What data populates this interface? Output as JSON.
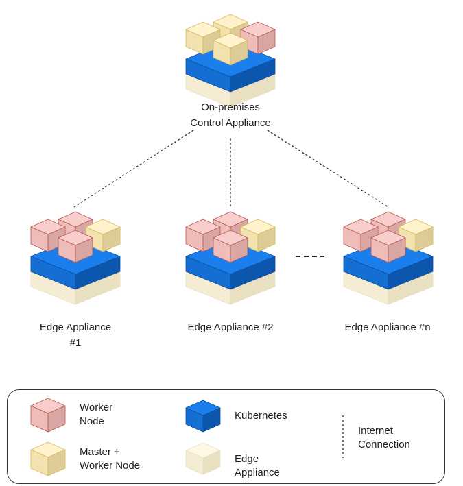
{
  "nodes": {
    "control": {
      "line1": "On-premises",
      "line2": "Control Appliance"
    },
    "edge1": {
      "line1": "Edge Appliance",
      "line2": "#1"
    },
    "edge2": {
      "line1": "Edge Appliance #2"
    },
    "edgen": {
      "line1": "Edge Appliance #n"
    }
  },
  "ellipsis": "----",
  "legend": {
    "worker": {
      "line1": "Worker",
      "line2": "Node"
    },
    "master": {
      "line1": "Master +",
      "line2": "Worker Node"
    },
    "kubernetes": {
      "line1": "Kubernetes"
    },
    "edge": {
      "line1": "Edge",
      "line2": "Appliance"
    },
    "internet": {
      "line1": "Internet",
      "line2": "Connection"
    }
  },
  "colors": {
    "worker_node": "#f8cecc",
    "master_worker_node": "#fff2cc",
    "kubernetes": "#1a7fec",
    "edge_appliance": "#fdf8e6",
    "connection_line": "#222222"
  }
}
